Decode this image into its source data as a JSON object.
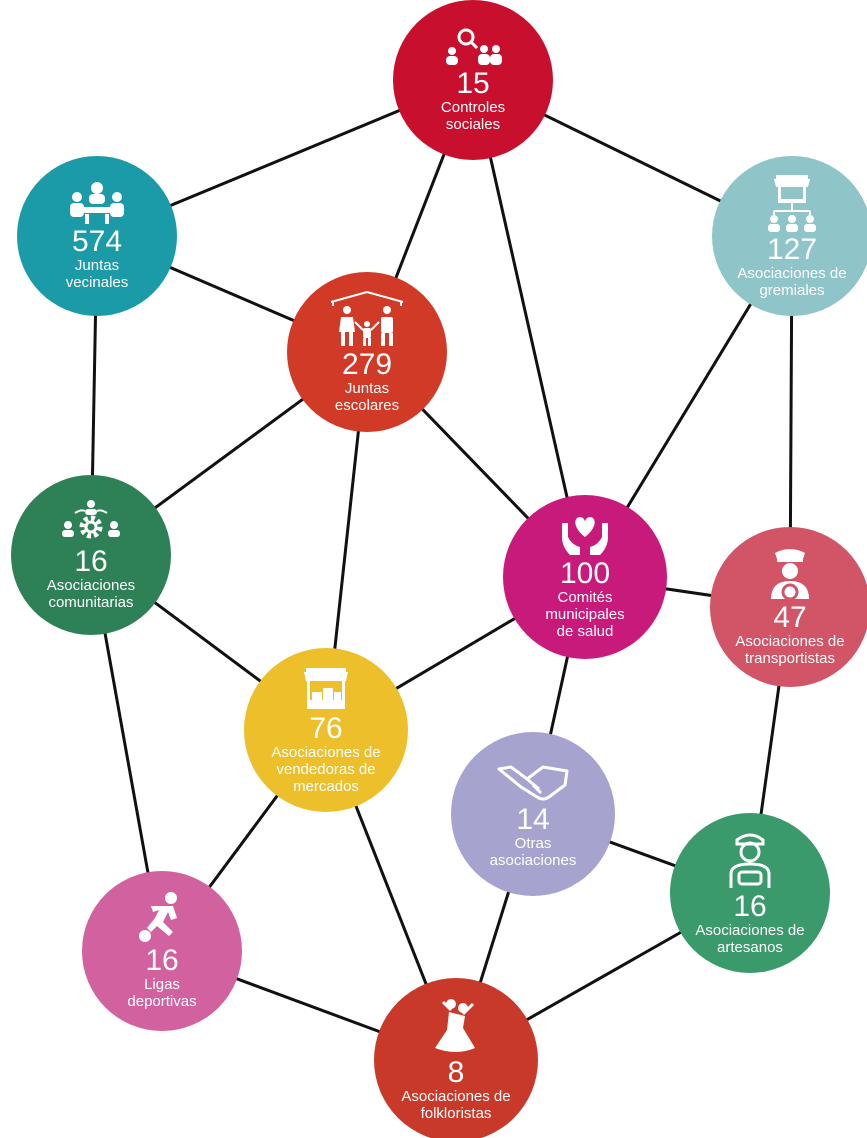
{
  "line_color": "#111111",
  "nodes": [
    {
      "id": "controles",
      "count": "15",
      "label": "Controles\nsociales",
      "color": "#c8102e",
      "icon": "people-search-icon"
    },
    {
      "id": "juntas-vecinales",
      "count": "574",
      "label": "Juntas\nvecinales",
      "color": "#1a9ba7",
      "icon": "meeting-table-icon"
    },
    {
      "id": "gremiales",
      "count": "127",
      "label": "Asociaciones de\ngremiales",
      "color": "#8fc4c9",
      "icon": "market-stall-network-icon"
    },
    {
      "id": "juntas-escolares",
      "count": "279",
      "label": "Juntas\nescolares",
      "color": "#d03a27",
      "icon": "family-school-icon"
    },
    {
      "id": "comunitarias",
      "count": "16",
      "label": "Asociaciones\ncomunitarias",
      "color": "#2e8057",
      "icon": "community-gear-icon"
    },
    {
      "id": "salud",
      "count": "100",
      "label": "Comités\nmunicipales\nde salud",
      "color": "#c81a7a",
      "icon": "hands-heart-icon"
    },
    {
      "id": "transportistas",
      "count": "47",
      "label": "Asociaciones de\ntransportistas",
      "color": "#d15467",
      "icon": "driver-icon"
    },
    {
      "id": "vendedoras",
      "count": "76",
      "label": "Asociaciones de\nvendedoras de\nmercados",
      "color": "#ecbf2b",
      "icon": "market-stall-icon"
    },
    {
      "id": "otras",
      "count": "14",
      "label": "Otras\nasociaciones",
      "color": "#a6a3cf",
      "icon": "handshake-icon"
    },
    {
      "id": "artesanos",
      "count": "16",
      "label": "Asociaciones de\nartesanos",
      "color": "#3a9a6c",
      "icon": "artisan-icon"
    },
    {
      "id": "ligas",
      "count": "16",
      "label": "Ligas\ndeportivas",
      "color": "#d2619f",
      "icon": "football-player-icon"
    },
    {
      "id": "folkloristas",
      "count": "8",
      "label": "Asociaciones de\nfolkloristas",
      "color": "#c9392a",
      "icon": "dancers-icon"
    }
  ],
  "edges": [
    [
      "controles",
      "juntas-vecinales"
    ],
    [
      "controles",
      "gremiales"
    ],
    [
      "controles",
      "juntas-escolares"
    ],
    [
      "controles",
      "salud"
    ],
    [
      "juntas-vecinales",
      "juntas-escolares"
    ],
    [
      "juntas-vecinales",
      "comunitarias"
    ],
    [
      "gremiales",
      "salud"
    ],
    [
      "gremiales",
      "transportistas"
    ],
    [
      "juntas-escolares",
      "comunitarias"
    ],
    [
      "juntas-escolares",
      "vendedoras"
    ],
    [
      "juntas-escolares",
      "salud"
    ],
    [
      "comunitarias",
      "vendedoras"
    ],
    [
      "comunitarias",
      "ligas"
    ],
    [
      "salud",
      "transportistas"
    ],
    [
      "salud",
      "vendedoras"
    ],
    [
      "salud",
      "otras"
    ],
    [
      "transportistas",
      "artesanos"
    ],
    [
      "vendedoras",
      "ligas"
    ],
    [
      "vendedoras",
      "folkloristas"
    ],
    [
      "otras",
      "artesanos"
    ],
    [
      "otras",
      "folkloristas"
    ],
    [
      "ligas",
      "folkloristas"
    ],
    [
      "artesanos",
      "folkloristas"
    ]
  ]
}
